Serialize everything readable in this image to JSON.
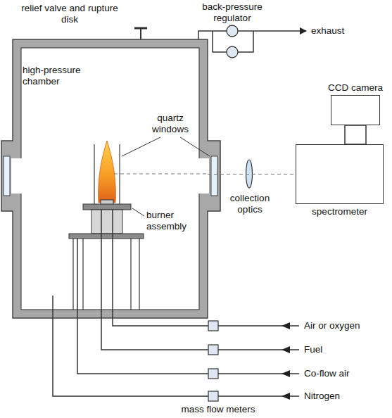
{
  "diagram": {
    "nodes": [
      {
        "text": [
          "high-pressure chamber"
        ]
      },
      {
        "text": [
          "CCD camera"
        ]
      },
      {
        "text": [
          "spectrometer"
        ]
      }
    ],
    "edges": [
      {
        "from": 0,
        "to": 2,
        "arrow": "none"
      }
    ],
    "labels": [
      "relief valve and rupture disk",
      "back-pressure regulator",
      "exhaust",
      "quartz windows",
      "collection optics",
      "burner assembly",
      "Air or oxygen",
      "Fuel",
      "Co-flow air",
      "Nitrogen",
      "mass flow meters"
    ]
  }
}
